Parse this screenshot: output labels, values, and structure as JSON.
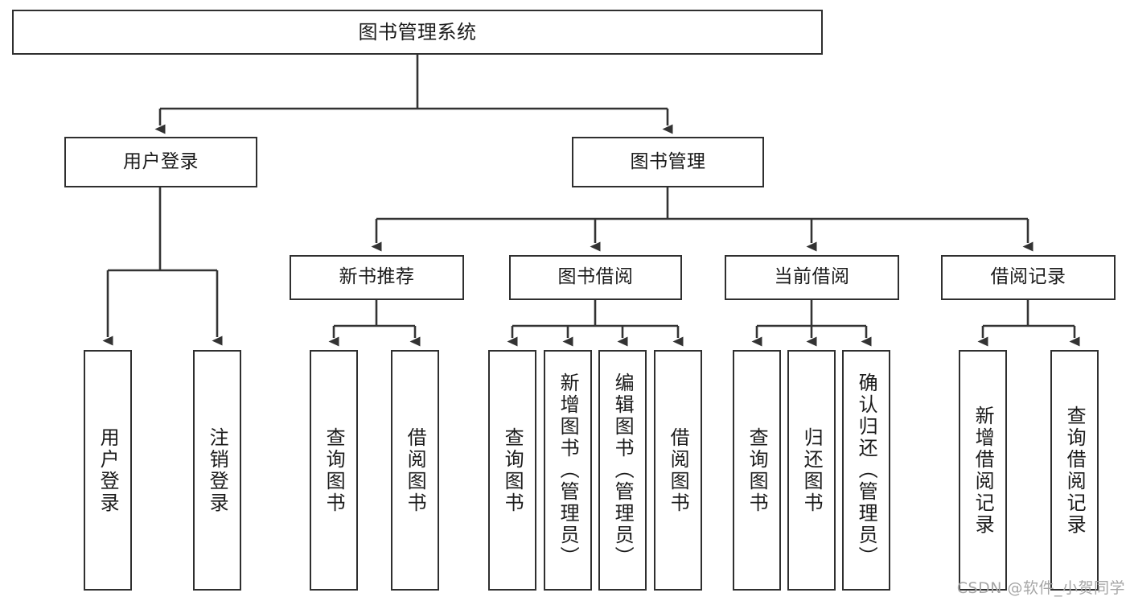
{
  "diagram": {
    "title": "图书管理系统",
    "type": "tree-hierarchy-diagram",
    "watermark": "CSDN @软件_小贺同学",
    "colors": {
      "background": "#ffffff",
      "box_border": "#2f2f2f",
      "connector": "#333333",
      "text": "#1b1b1b",
      "watermark": "#a6a6a6"
    },
    "levels": {
      "root": "图书管理系统",
      "level2": [
        "用户登录",
        "图书管理"
      ],
      "level3": [
        "新书推荐",
        "图书借阅",
        "当前借阅",
        "借阅记录"
      ]
    },
    "nodes": {
      "root": {
        "label": "图书管理系统"
      },
      "user_login": {
        "label": "用户登录"
      },
      "book_mgmt": {
        "label": "图书管理"
      },
      "new_book_rec": {
        "label": "新书推荐"
      },
      "book_borrow": {
        "label": "图书借阅"
      },
      "current_borrow": {
        "label": "当前借阅"
      },
      "borrow_record": {
        "label": "借阅记录"
      }
    },
    "leaves": {
      "user_login_1": {
        "label": "用户登录"
      },
      "user_login_2": {
        "label": "注销登录"
      },
      "new_book_1": {
        "label": "查询图书"
      },
      "new_book_2": {
        "label": "借阅图书"
      },
      "borrow_1": {
        "label": "查询图书"
      },
      "borrow_2": {
        "label": "新增图书（管理员）"
      },
      "borrow_3": {
        "label": "编辑图书（管理员）"
      },
      "borrow_4": {
        "label": "借阅图书"
      },
      "current_1": {
        "label": "查询图书"
      },
      "current_2": {
        "label": "归还图书"
      },
      "current_3": {
        "label": "确认归还（管理员）"
      },
      "record_1": {
        "label": "新增借阅记录"
      },
      "record_2": {
        "label": "查询借阅记录"
      }
    },
    "edges": [
      {
        "from": "图书管理系统",
        "to": "用户登录"
      },
      {
        "from": "图书管理系统",
        "to": "图书管理"
      },
      {
        "from": "用户登录",
        "to": "用户登录"
      },
      {
        "from": "用户登录",
        "to": "注销登录"
      },
      {
        "from": "图书管理",
        "to": "新书推荐"
      },
      {
        "from": "图书管理",
        "to": "图书借阅"
      },
      {
        "from": "图书管理",
        "to": "当前借阅"
      },
      {
        "from": "图书管理",
        "to": "借阅记录"
      },
      {
        "from": "新书推荐",
        "to": "查询图书"
      },
      {
        "from": "新书推荐",
        "to": "借阅图书"
      },
      {
        "from": "图书借阅",
        "to": "查询图书"
      },
      {
        "from": "图书借阅",
        "to": "新增图书（管理员）"
      },
      {
        "from": "图书借阅",
        "to": "编辑图书（管理员）"
      },
      {
        "from": "图书借阅",
        "to": "借阅图书"
      },
      {
        "from": "当前借阅",
        "to": "查询图书"
      },
      {
        "from": "当前借阅",
        "to": "归还图书"
      },
      {
        "from": "当前借阅",
        "to": "确认归还（管理员）"
      },
      {
        "from": "借阅记录",
        "to": "新增借阅记录"
      },
      {
        "from": "借阅记录",
        "to": "查询借阅记录"
      }
    ]
  }
}
